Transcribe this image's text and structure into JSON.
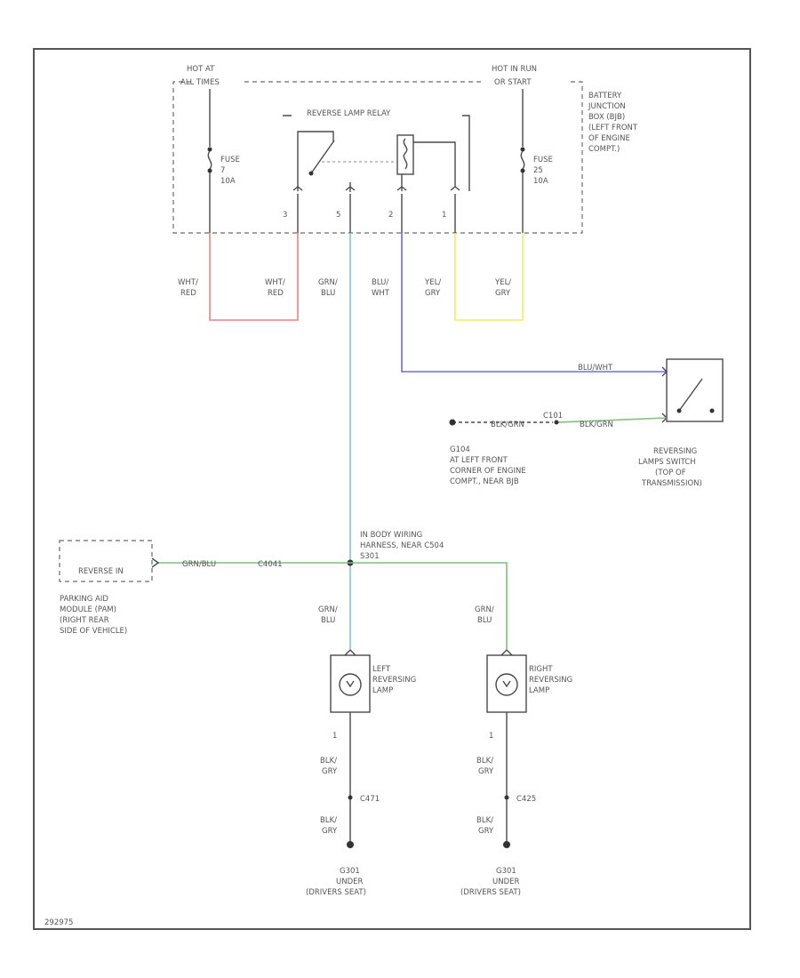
{
  "colors": {
    "red": "#f08080",
    "green": "#7fbf7f",
    "blue": "#6b6bf0",
    "yellow": "#eeee66",
    "ltblue": "#8fbfcf",
    "gray": "#4a4a4a"
  },
  "power": {
    "hot_at_all_times": [
      "HOT AT",
      "ALL TIMES"
    ],
    "hot_in_run": [
      "HOT IN RUN",
      "OR START"
    ],
    "fuse_left": [
      "FUSE",
      "7",
      "10A"
    ],
    "fuse_right": [
      "FUSE",
      "25",
      "10A"
    ]
  },
  "relay": {
    "label": "REVERSE LAMP RELAY",
    "pins": [
      "3",
      "5",
      "2",
      "1"
    ]
  },
  "battery_junction_box": [
    "BATTERY",
    "JUNCTION",
    "BOX (BJB)",
    "(LEFT FRONT",
    "OF ENGINE",
    "COMPT.)"
  ],
  "wire_labels": [
    [
      "WHT/",
      "RED"
    ],
    [
      "WHT/",
      "RED"
    ],
    [
      "GRN/",
      "BLU"
    ],
    [
      "BLU/",
      "WHT"
    ],
    [
      "YEL/",
      "GRY"
    ],
    [
      "YEL/",
      "GRY"
    ]
  ],
  "switch_wires": {
    "blu_wht": "BLU/WHT",
    "blk_grn": "BLK/GRN",
    "blk_grn_2": "BLK/GRN",
    "c101": "C101"
  },
  "reversing_switch": [
    "REVERSING",
    "LAMPS SWITCH",
    "(TOP OF",
    "TRANSMISSION)"
  ],
  "ground_g104": [
    "G104",
    "AT LEFT FRONT",
    "CORNER OF ENGINE",
    "COMPT., NEAR BJB"
  ],
  "splice": [
    "IN BODY WIRING",
    "HARNESS, NEAR C504",
    "S301"
  ],
  "pam": {
    "box_label": "REVERSE IN",
    "wire": "GRN/BLU",
    "connector": "C4041",
    "caption": [
      "PARKING AID",
      "MODULE (PAM)",
      "(RIGHT REAR",
      "SIDE OF VEHICLE)"
    ]
  },
  "left_lamp": {
    "feed_wire": [
      "GRN/",
      "BLU"
    ],
    "label": [
      "LEFT",
      "REVERSING",
      "LAMP"
    ],
    "pin": "1",
    "wire_top": [
      "BLK/",
      "GRY"
    ],
    "connector": "C471",
    "wire_bottom": [
      "BLK/",
      "GRY"
    ],
    "ground": [
      "G301",
      "UNDER",
      "(DRIVERS SEAT)"
    ]
  },
  "right_lamp": {
    "feed_wire": [
      "GRN/",
      "BLU"
    ],
    "label": [
      "RIGHT",
      "REVERSING",
      "LAMP"
    ],
    "pin": "1",
    "wire_top": [
      "BLK/",
      "GRY"
    ],
    "connector": "C425",
    "wire_bottom": [
      "BLK/",
      "GRY"
    ],
    "ground": [
      "G301",
      "UNDER",
      "(DRIVERS SEAT)"
    ]
  },
  "diagram_id": "292975"
}
